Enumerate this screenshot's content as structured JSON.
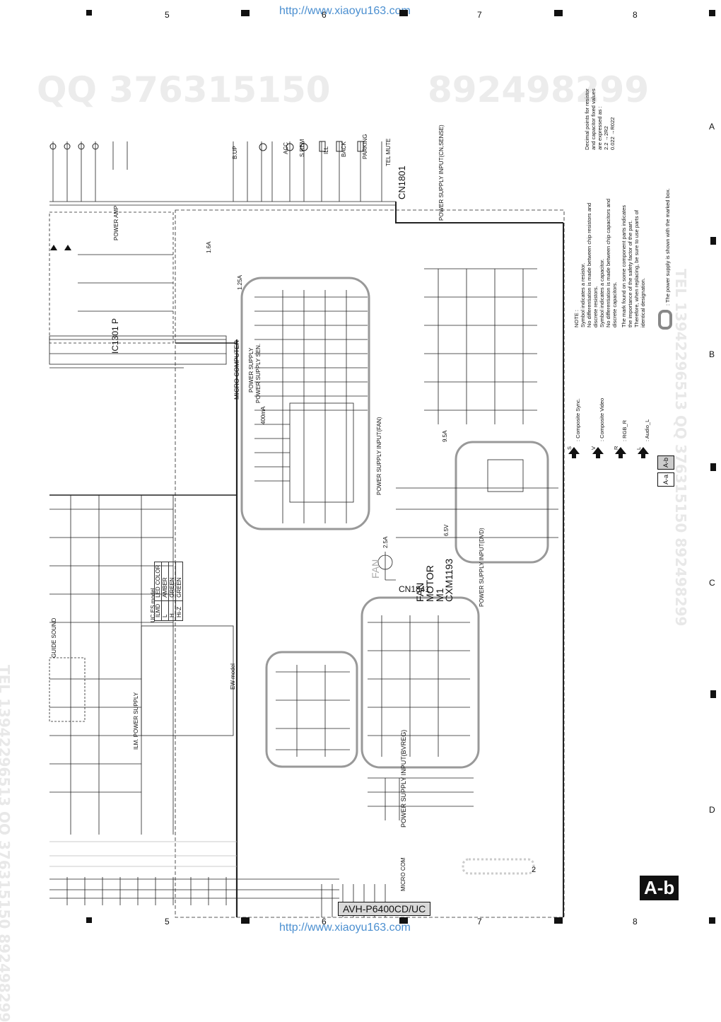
{
  "urls": {
    "top": "http://www.xiaoyu163.com",
    "bottom": "http://www.xiaoyu163.com"
  },
  "grid": {
    "columns": [
      "5",
      "6",
      "7",
      "8"
    ],
    "rows": [
      "A",
      "B",
      "C",
      "D"
    ]
  },
  "watermarks": {
    "qq": "QQ 376315150",
    "phone": "892498299",
    "side_left": "TEL 13942296513 QQ 376315150 892498299",
    "side_right": "TEL 13942296513 QQ 376315150 892498299"
  },
  "notes": {
    "decimal": [
      "Decimal points for resistor",
      "and capacitor fixed values",
      "are expressed as :",
      "2.2 →2R2",
      "0.022 →R022"
    ],
    "note_title": "NOTE :",
    "resistor": [
      "Symbol indicates a resistor.",
      "No differentiation is made  between chip resistors and",
      "discrete resistors."
    ],
    "capacitor": [
      "Symbol indicates a capacitor.",
      "No differentiation is made  between chip capacitors and",
      "discrete capacitors."
    ],
    "safety": [
      "The  mark found on some component parts indicates",
      "the importance of the safety factor of the part.",
      "Therefore, when replacing, be sure to use parts of",
      "identical designation."
    ],
    "power": ": The power supply is shown with the marked box."
  },
  "legend": [
    {
      "key": "S",
      "label": ": Composite Sync."
    },
    {
      "key": "V",
      "label": ": Composite Video"
    },
    {
      "key": "R",
      "label": ": RGB_R"
    },
    {
      "key": "L",
      "label": ": Audio_L"
    }
  ],
  "tabs": [
    "A-a",
    "A-b"
  ],
  "connectors": {
    "cn1801": "CN1801",
    "cn1841": "CN1841"
  },
  "fan": {
    "label": "FAN",
    "motor": "MOTOR",
    "m1": "M1",
    "part": "CXM1193"
  },
  "blocks": {
    "psu_sense": "POWER SUPPLY INPUT(CN,SENSE)",
    "psu_sen": "POWER SUPPLY SEN.",
    "psu": "POWER SUPPLY",
    "psu_fan": "POWER SUPPLY INPUT(FAN)",
    "psu_dvd": "POWER SUPPLY INPUT(DVD)",
    "psu_bvreg": "POWER SUPPLY INPUT(BVREG)",
    "micro_computer": "MICRO COMPUTER",
    "micro_com": "MICRO COM",
    "power_amp": "POWER AMP",
    "guide_sound": "GUIDE SOUND",
    "ic1301": "IC1301 P",
    "ilm_power": "ILM. POWER SUPPLY",
    "ew_model": "EW model"
  },
  "side_pins": [
    "BACK",
    "PARKING",
    "TEL MUTE",
    "ILL",
    "ACC",
    "S REM",
    "B.UP"
  ],
  "fuses": [
    "1.6A",
    "1.25A",
    "6.5V",
    "400mA",
    "2.5A",
    "9.5A"
  ],
  "led_table": {
    "header": [
      "ILMD",
      "LED COLOR"
    ],
    "rows": [
      [
        "L",
        "AMBER"
      ],
      [
        "H",
        "GREEN"
      ],
      [
        "Hi-Z",
        "GREEN"
      ]
    ],
    "title": "UC,ES model"
  },
  "page": {
    "model": "AVH-P6400CD/UC",
    "badge": "A-b",
    "sheet_num": "2"
  }
}
